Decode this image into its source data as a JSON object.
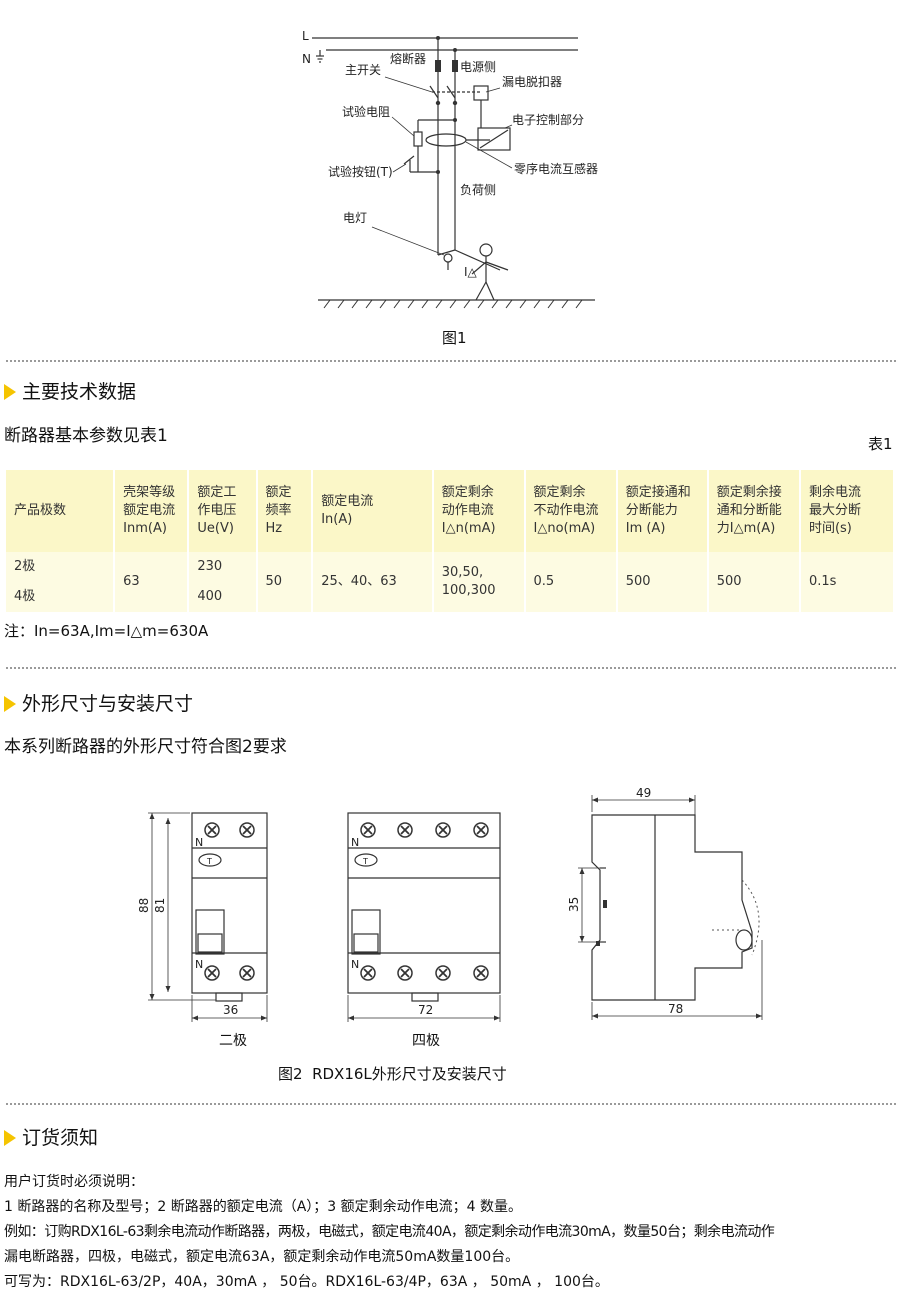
{
  "figure1": {
    "caption": "图1",
    "labels": {
      "L": "L",
      "N": "N",
      "fuse": "熔断器",
      "source_side": "电源侧",
      "main_switch": "主开关",
      "trip_release": "漏电脱扣器",
      "test_resistor": "试验电阻",
      "electronic_control": "电子控制部分",
      "test_button": "试验按钮(T)",
      "zero_seq_ct": "零序电流互感器",
      "load_side": "负荷侧",
      "lamp": "电灯",
      "leak_current": "I△"
    }
  },
  "section_specs": {
    "title": "主要技术数据",
    "intro": "断路器基本参数见表1",
    "table_label": "表1",
    "table": {
      "headers": [
        [
          "产品极数"
        ],
        [
          "壳架等级",
          "额定电流",
          "Inm(A)"
        ],
        [
          "额定工",
          "作电压",
          "Ue(V)"
        ],
        [
          "额定",
          "频率",
          "Hz"
        ],
        [
          "额定电流",
          "In(A)"
        ],
        [
          "额定剩余",
          "动作电流",
          "I△n(mA)"
        ],
        [
          "额定剩余",
          "不动作电流",
          "I△no(mA)"
        ],
        [
          "额定接通和",
          "分断能力",
          "Im (A)"
        ],
        [
          "额定剩余接",
          "通和分断能",
          "力I△m(A)"
        ],
        [
          "剩余电流",
          "最大分断",
          "时间(s)"
        ]
      ],
      "poles": [
        "2极",
        "4极"
      ],
      "frame_current": "63",
      "voltages": [
        "230",
        "400"
      ],
      "frequency": "50",
      "rated_current": "25、40、63",
      "residual_operating": [
        "30,50,",
        "100,300"
      ],
      "residual_non_operating": "0.5",
      "making_breaking": "500",
      "residual_making_breaking": "500",
      "max_break_time": "0.1s"
    },
    "note": "注：In=63A,Im=I△m=630A"
  },
  "section_dims": {
    "title": "外形尺寸与安装尺寸",
    "intro": "本系列断路器的外形尺寸符合图2要求",
    "dims": {
      "height_outer": "88",
      "height_inner": "81",
      "width_2p": "36",
      "width_4p": "72",
      "depth_top": "49",
      "rail": "35",
      "depth_total": "78"
    },
    "label_2p": "二极",
    "label_4p": "四极",
    "marks": {
      "n": "N",
      "t": "T"
    },
    "caption": "图2  RDX16L外形尺寸及安装尺寸"
  },
  "section_order": {
    "title": "订货须知",
    "lines": [
      "用户订货时必须说明：",
      "1 断路器的名称及型号；2 断路器的额定电流（A）；3 额定剩余动作电流；4 数量。",
      "例如：订购RDX16L-63剩余电流动作断路器，两极，电磁式，额定电流40A，额定剩余动作电流30mA，数量50台；剩余电流动作",
      "漏电断路器，四极，电磁式，额定电流63A，额定剩余动作电流50mA数量100台。",
      "可写为：RDX16L-63/2P，40A，30mA ， 50台。RDX16L-63/4P，63A ， 50mA ， 100台。"
    ]
  }
}
